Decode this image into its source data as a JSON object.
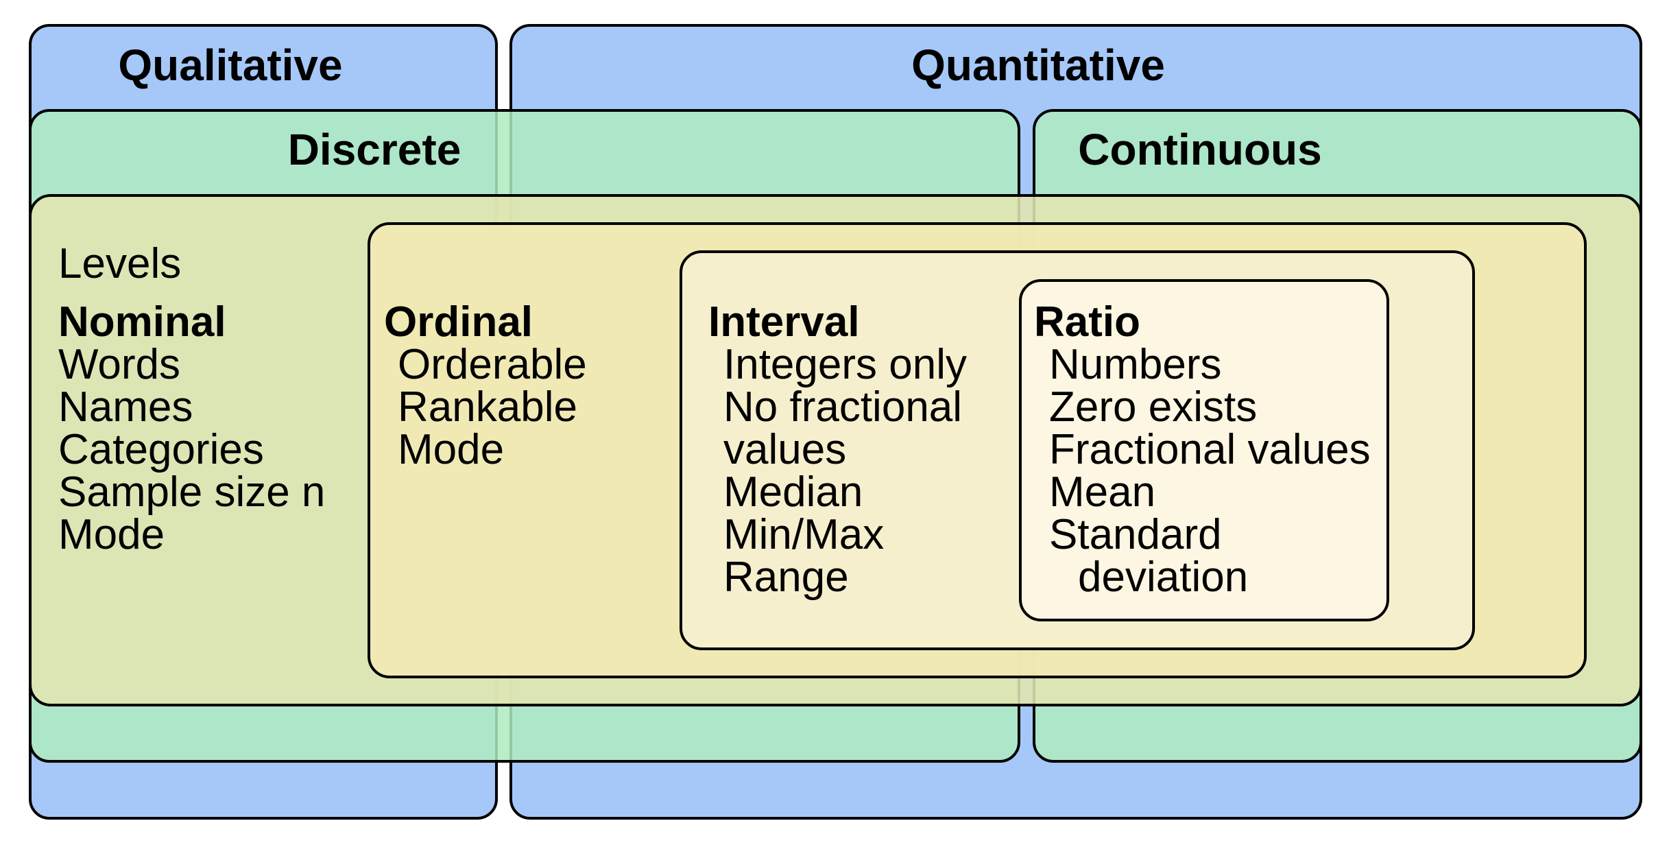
{
  "colors": {
    "qualitative": "#a5c8f8",
    "quantitative": "#a5c8f8",
    "discrete": "#aeebc0",
    "continuous": "#aeebc0",
    "levels": "#e2e5b1",
    "ordinal": "#f2e9b3",
    "interval": "#f6efcf",
    "ratio": "#fcf6e2"
  },
  "headings": {
    "qualitative": "Qualitative",
    "quantitative": "Quantitative",
    "discrete": "Discrete",
    "continuous": "Continuous"
  },
  "levels": {
    "title": "Levels",
    "nominal": {
      "title": "Nominal",
      "items": [
        "Words",
        "Names",
        "Categories",
        "Sample size n",
        "Mode"
      ]
    },
    "ordinal": {
      "title": "Ordinal",
      "items": [
        "Orderable",
        "Rankable",
        "Mode"
      ]
    },
    "interval": {
      "title": "Interval",
      "items": [
        "Integers only",
        "No fractional",
        "values",
        "Median",
        "Min/Max",
        "Range"
      ]
    },
    "ratio": {
      "title": "Ratio",
      "items": [
        "Numbers",
        "Zero exists",
        "Fractional values",
        "Mean",
        "Standard",
        "deviation"
      ]
    }
  }
}
